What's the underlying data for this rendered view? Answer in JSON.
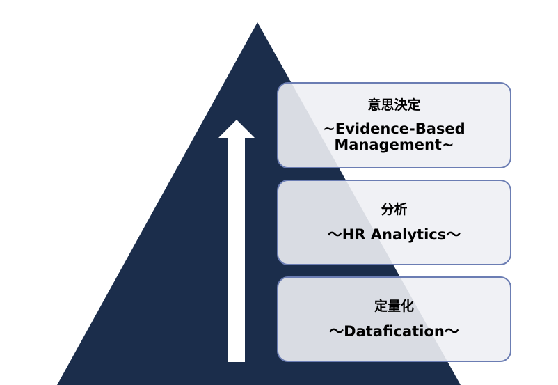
{
  "colors": {
    "pyramid": "#1b2d4b",
    "arrow": "#ffffff",
    "box_border": "#6b7db3",
    "box_fill": "#eeeff4"
  },
  "arrow": {
    "icon": "up-arrow-icon"
  },
  "levels": [
    {
      "title": "意思決定",
      "subtitle": "~Evidence-Based\nManagement~"
    },
    {
      "title": "分析",
      "subtitle": "～HR Analytics～"
    },
    {
      "title": "定量化",
      "subtitle": "～Datafication～"
    }
  ]
}
